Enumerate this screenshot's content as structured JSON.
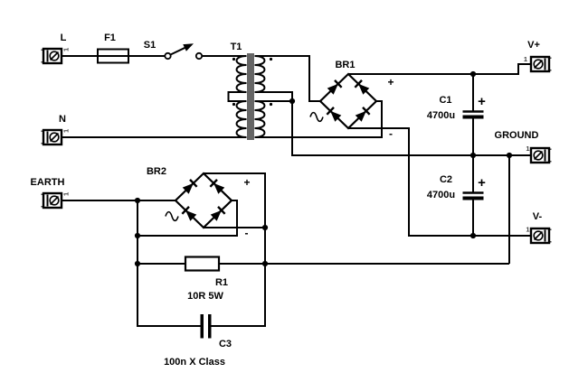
{
  "schematic": {
    "colors": {
      "ink": "#000000",
      "background": "#ffffff"
    },
    "terminals": {
      "l": {
        "label": "L",
        "pin": "1"
      },
      "n": {
        "label": "N",
        "pin": "1"
      },
      "earth": {
        "label": "EARTH",
        "pin": "1"
      },
      "vplus": {
        "label": "V+",
        "pin": "1"
      },
      "ground": {
        "label": "GROUND",
        "pin": "1"
      },
      "vminus": {
        "label": "V-",
        "pin": "1"
      }
    },
    "fuse": {
      "ref": "F1"
    },
    "switch": {
      "ref": "S1"
    },
    "transformer": {
      "ref": "T1"
    },
    "bridge1": {
      "ref": "BR1",
      "plus": "+",
      "minus": "-"
    },
    "bridge2": {
      "ref": "BR2",
      "plus": "+",
      "minus": "-"
    },
    "cap1": {
      "ref": "C1",
      "value": "4700u",
      "polarity": "+"
    },
    "cap2": {
      "ref": "C2",
      "value": "4700u",
      "polarity": "+"
    },
    "cap3": {
      "ref": "C3",
      "value": "100n X Class"
    },
    "resistor1": {
      "ref": "R1",
      "value": "10R 5W"
    }
  }
}
